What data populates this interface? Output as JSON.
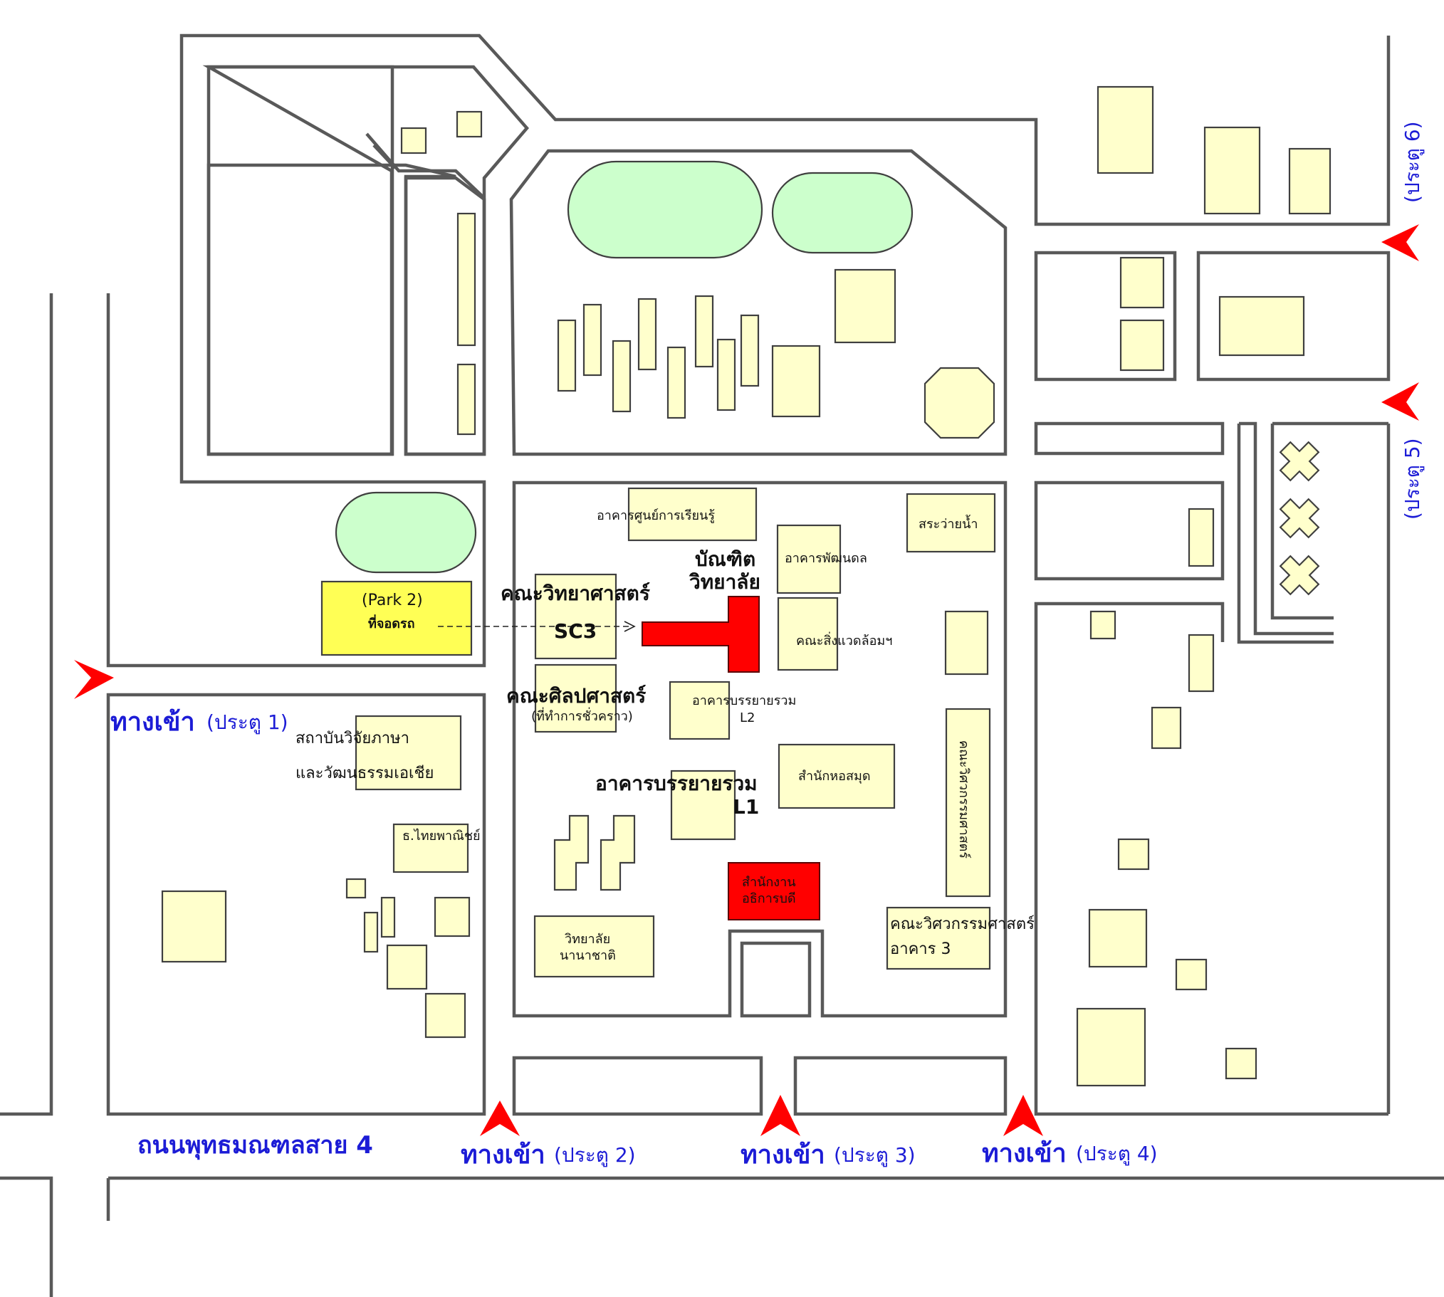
{
  "map": {
    "road_name": "ถนนพุทธมณฑลสาย 4",
    "colors": {
      "road": "#595959",
      "building": "#ffffcc",
      "field": "#ccffcc",
      "highlight": "#ff0000",
      "parking": "#ffff55",
      "gate_text": "#1c1cd6"
    },
    "gates": [
      {
        "main": "ทางเข้า",
        "sub": "(ประตู 1)"
      },
      {
        "main": "ทางเข้า",
        "sub": "(ประตู 2)"
      },
      {
        "main": "ทางเข้า",
        "sub": "(ประตู 3)"
      },
      {
        "main": "ทางเข้า",
        "sub": "(ประตู 4)"
      },
      {
        "sub": "(ประตู 5)"
      },
      {
        "sub": "(ประตู 6)"
      }
    ],
    "parking": {
      "line1": "(Park 2)",
      "line2": "ที่จอดรถ"
    },
    "buildings": {
      "learning_center": "อาคารศูนย์การเรียนรู้",
      "graduate_1": "บัณฑิต",
      "graduate_2": "วิทยาลัย",
      "pattanadol": "อาคารพัฒนดล",
      "swimming": "สระว่ายน้ำ",
      "science": "คณะวิทยาศาสตร์",
      "sc3": "SC3",
      "environment": "คณะสิ่งแวดล้อมฯ",
      "arts": "คณะศิลปศาสตร์",
      "arts_note": "(ที่ทำการชั่วคราว)",
      "lecture_l2_1": "อาคารบรรยายรวม",
      "lecture_l2_2": "L2",
      "language_1": "สถาบันวิจัยภาษา",
      "language_2": "และวัฒนธรรมเอเชีย",
      "library": "สำนักหอสมุด",
      "engineering_vertical": "คณะวิศวกรรมศาสตร์",
      "lecture_l1_1": "อาคารบรรยายรวม",
      "lecture_l1_2": "L1",
      "bank": "ธ.ไทยพาณิชย์",
      "president_1": "สำนักงาน",
      "president_2": "อธิการบดี",
      "engineering3_1": "คณะวิศวกรรมศาสตร์",
      "engineering3_2": "อาคาร 3",
      "international_1": "วิทยาลัย",
      "international_2": "นานาชาติ"
    }
  }
}
